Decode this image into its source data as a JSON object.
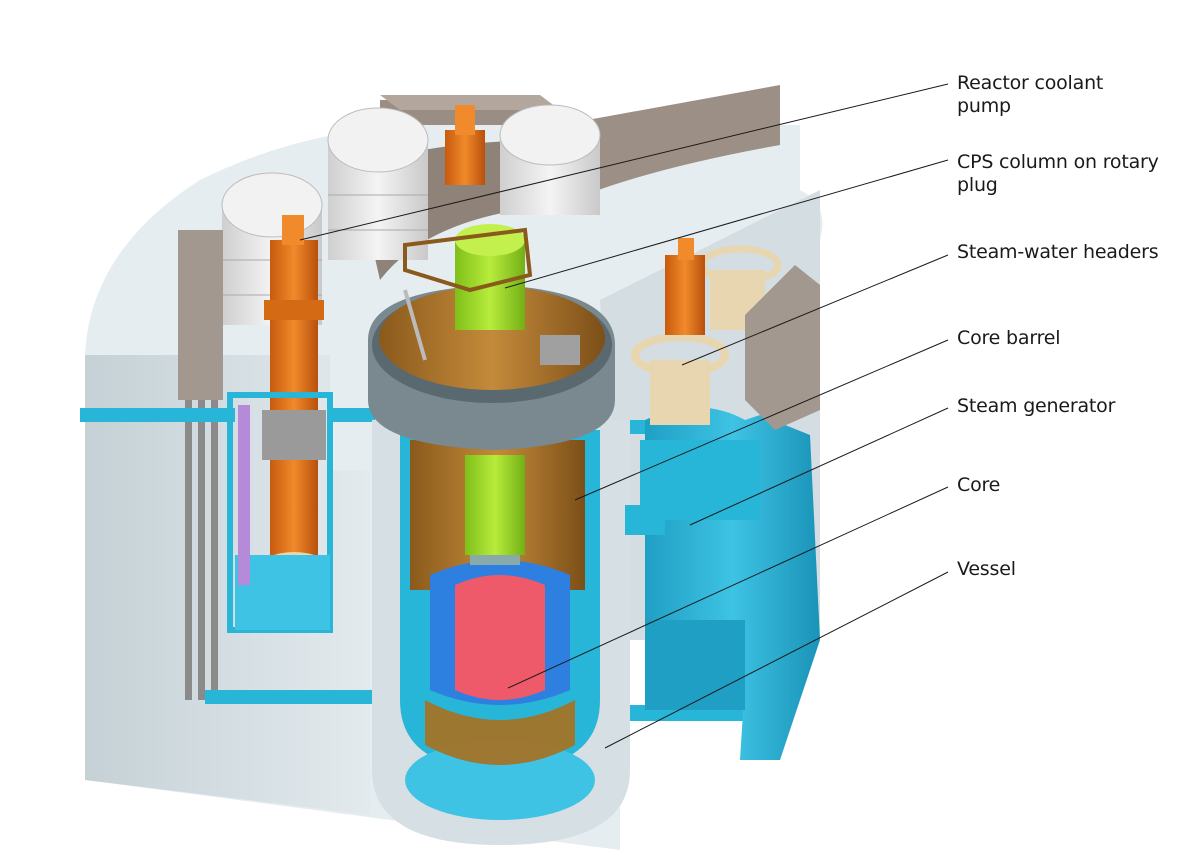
{
  "figure": {
    "title": "Integral reactor cutaway",
    "labels": [
      {
        "id": "reactor-coolant-pump",
        "text": "Reactor coolant\npump"
      },
      {
        "id": "cps-column",
        "text": "CPS column on rotary\nplug"
      },
      {
        "id": "steam-water-headers",
        "text": "Steam-water headers"
      },
      {
        "id": "core-barrel",
        "text": "Core barrel"
      },
      {
        "id": "steam-generator",
        "text": "Steam generator"
      },
      {
        "id": "core",
        "text": "Core"
      },
      {
        "id": "vessel",
        "text": "Vessel"
      }
    ],
    "colors": {
      "concrete": "#d9e3e8",
      "concrete_dark": "#b9c6cc",
      "coolant_blue": "#27b5d8",
      "pump_orange": "#e8771a",
      "cps_green": "#a6e02c",
      "vessel_brown": "#b07a2c",
      "core_red": "#ef5a6a",
      "core_blue": "#2d7fe0",
      "gray_block": "#9e9288",
      "tank_white": "#eeeeee",
      "purple_rod": "#b58ad8",
      "leader_line": "#1a1a1a"
    }
  }
}
